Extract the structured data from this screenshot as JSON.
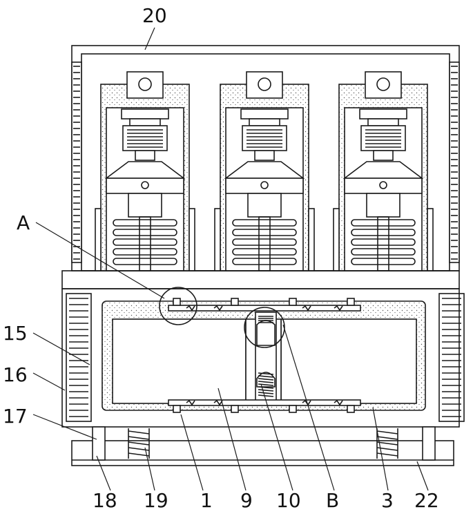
{
  "labels": {
    "top": "20",
    "A": "A",
    "l15": "15",
    "l16": "16",
    "l17": "17",
    "l18": "18",
    "l19": "19",
    "l1": "1",
    "l9": "9",
    "l10": "10",
    "B": "B",
    "l3": "3",
    "l22": "22"
  },
  "colors": {
    "line": "#1a1a1a",
    "fill": "#ffffff",
    "stipple": "#555555"
  }
}
